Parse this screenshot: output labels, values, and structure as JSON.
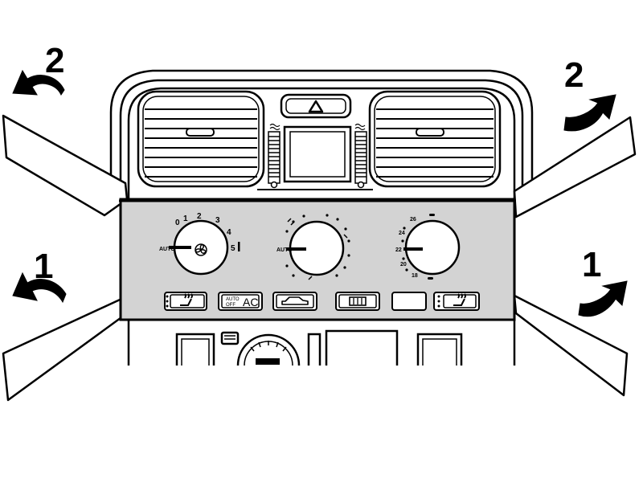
{
  "steps": {
    "left_upper": "2",
    "right_upper": "2",
    "left_lower": "1",
    "right_lower": "1"
  },
  "fan_dial": {
    "auto_label": "AUTO",
    "off_label": "0",
    "speeds": [
      "1",
      "2",
      "3",
      "4"
    ],
    "max_label": "5"
  },
  "distribution_dial": {
    "auto_label": "AUTO"
  },
  "temperature_dial": {
    "marks": [
      "18",
      "20",
      "22",
      "24",
      "26"
    ]
  },
  "buttons": {
    "ac_auto": "AUTO",
    "ac_off": "OFF",
    "ac_label": "AC"
  },
  "colors": {
    "panel": "#d3d3d3",
    "line": "#000000",
    "background": "#ffffff"
  }
}
